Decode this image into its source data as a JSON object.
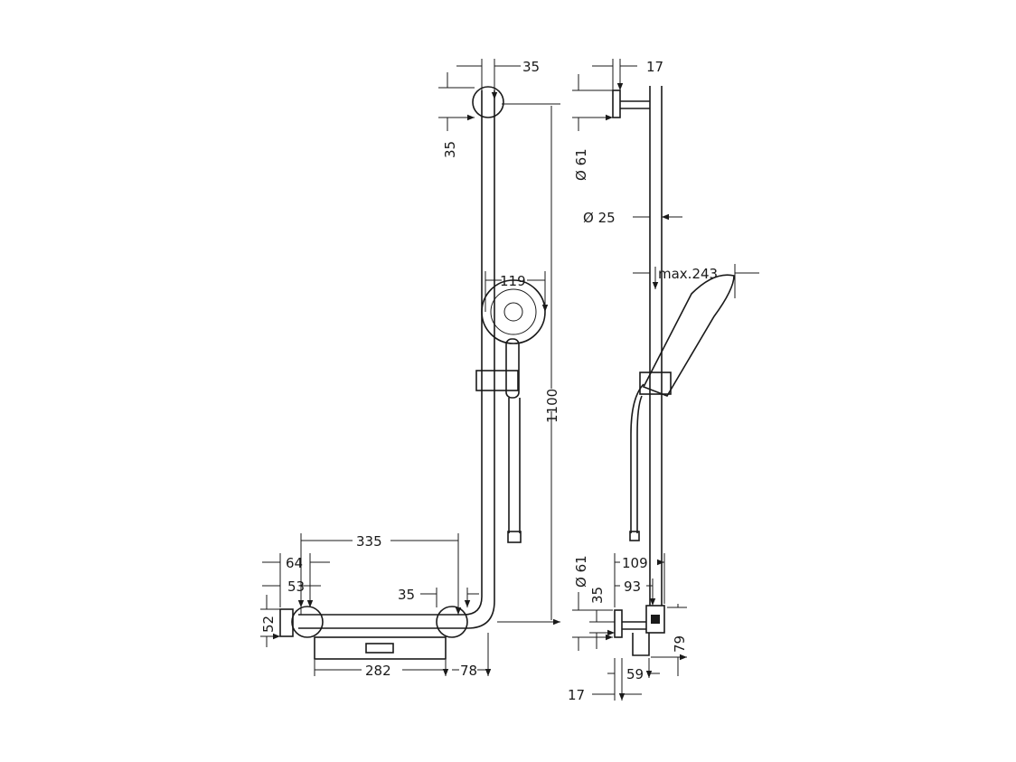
{
  "front_view": {
    "top_bracket_width": "35",
    "top_bracket_height": "35",
    "rail_length": "1100",
    "head_diameter": "119",
    "grab_bar_length": "335",
    "wall_plate_offset_64": "64",
    "wall_plate_offset_53": "53",
    "wall_plate_height": "52",
    "corner_bracket": "35",
    "shelf_length": "282",
    "corner_offset": "78"
  },
  "side_view": {
    "top_flange_depth": "17",
    "top_flange_diameter": "Ø 61",
    "rail_diameter": "Ø 25",
    "max_projection": "max.243",
    "bottom_projection_109": "109",
    "bottom_projection_93": "93",
    "bottom_flange_diameter": "Ø 61",
    "bottom_offset_35": "35",
    "bottom_height_79": "79",
    "bottom_depth_59": "59",
    "bottom_flange_depth": "17"
  },
  "colors": {
    "line": "#1a1a1a",
    "background": "#ffffff"
  }
}
